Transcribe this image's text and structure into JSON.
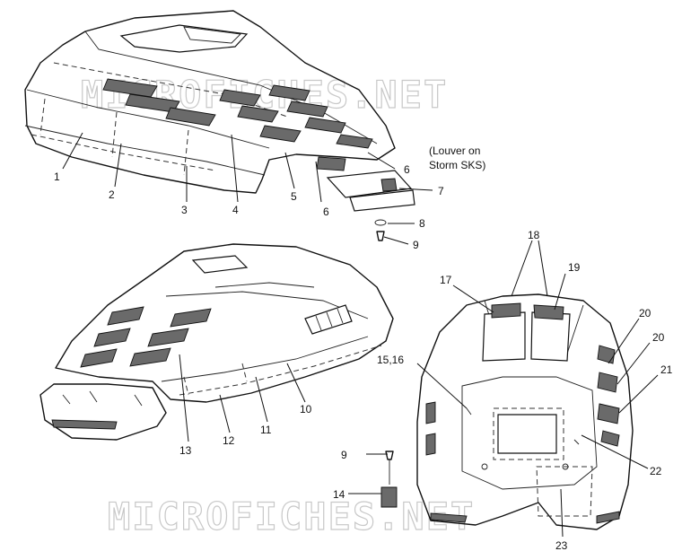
{
  "diagram": {
    "note_line1": "(Louver on",
    "note_line2": "Storm SKS)",
    "watermark_top": "MICROFICHES.NET",
    "watermark_bottom": "MICROFICHES.NET"
  },
  "callouts": [
    {
      "id": "c1",
      "text": "1"
    },
    {
      "id": "c2",
      "text": "2"
    },
    {
      "id": "c3",
      "text": "3"
    },
    {
      "id": "c4",
      "text": "4"
    },
    {
      "id": "c5",
      "text": "5"
    },
    {
      "id": "c6a",
      "text": "6"
    },
    {
      "id": "c6b",
      "text": "6"
    },
    {
      "id": "c7",
      "text": "7"
    },
    {
      "id": "c8",
      "text": "8"
    },
    {
      "id": "c9a",
      "text": "9"
    },
    {
      "id": "c10",
      "text": "10"
    },
    {
      "id": "c11",
      "text": "11"
    },
    {
      "id": "c12",
      "text": "12"
    },
    {
      "id": "c13",
      "text": "13"
    },
    {
      "id": "c14",
      "text": "14"
    },
    {
      "id": "c15",
      "text": "15,16"
    },
    {
      "id": "c17",
      "text": "17"
    },
    {
      "id": "c18",
      "text": "18"
    },
    {
      "id": "c19",
      "text": "19"
    },
    {
      "id": "c20a",
      "text": "20"
    },
    {
      "id": "c20b",
      "text": "20"
    },
    {
      "id": "c21",
      "text": "21"
    },
    {
      "id": "c22",
      "text": "22"
    },
    {
      "id": "c23",
      "text": "23"
    },
    {
      "id": "c9b",
      "text": "9"
    }
  ]
}
